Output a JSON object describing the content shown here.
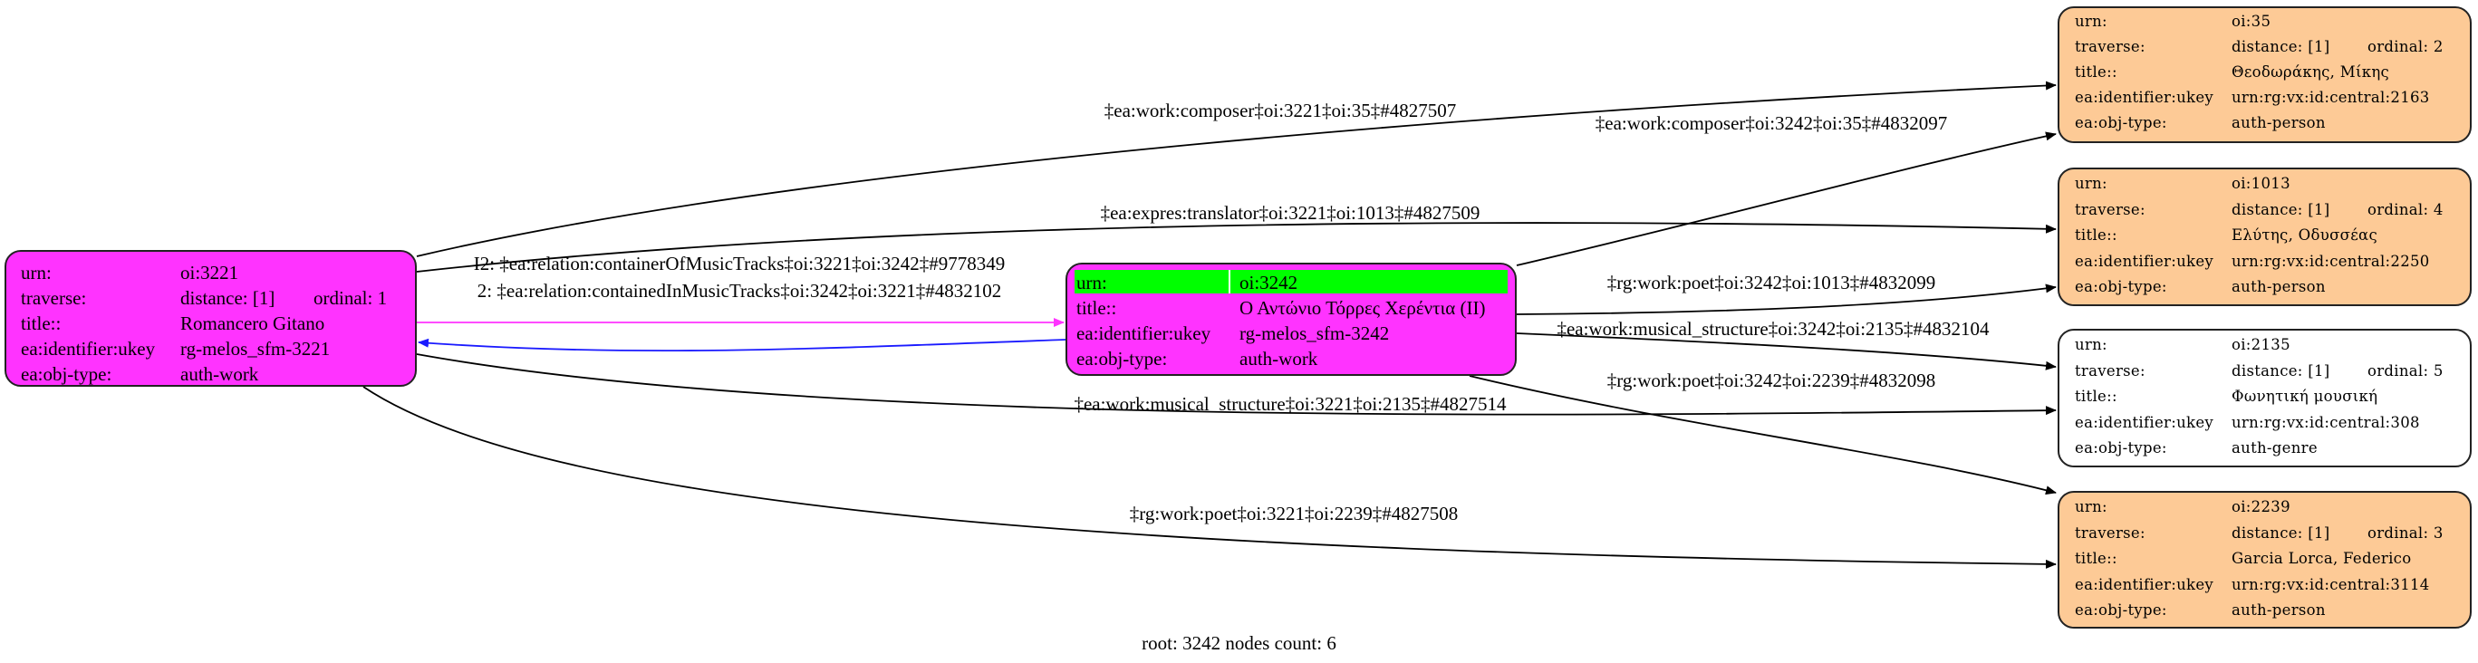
{
  "colors": {
    "work": "#ff33ff",
    "person": "#fdca96",
    "genre": "#ffffff",
    "root_highlight": "#00ff00",
    "edge_forward": "#ff33ff",
    "edge_back": "#1a1aff",
    "edge": "#000000"
  },
  "nodes": {
    "n3221": {
      "style": "work",
      "rows": [
        {
          "k": "urn:",
          "v": "oi:3221"
        },
        {
          "k": "traverse:",
          "v": "distance: [1]",
          "o": "ordinal: 1"
        },
        {
          "k": "title::",
          "v": "Romancero Gitano"
        },
        {
          "k": "ea:identifier:ukey",
          "v": "rg-melos_sfm-3221"
        },
        {
          "k": "ea:obj-type:",
          "v": "auth-work"
        }
      ]
    },
    "n3242": {
      "style": "work",
      "root": true,
      "rows": [
        {
          "k": "urn:",
          "v": "oi:3242"
        },
        {
          "k": "title::",
          "v": "Ο Αντώνιο Τόρρες Χερέντια (ΙΙ)"
        },
        {
          "k": "ea:identifier:ukey",
          "v": "rg-melos_sfm-3242"
        },
        {
          "k": "ea:obj-type:",
          "v": "auth-work"
        }
      ]
    },
    "n35": {
      "style": "person",
      "rows": [
        {
          "k": "urn:",
          "v": "oi:35"
        },
        {
          "k": "traverse:",
          "v": "distance: [1]",
          "o": "ordinal: 2"
        },
        {
          "k": "title::",
          "v": "Θεοδωράκης, Μίκης"
        },
        {
          "k": "ea:identifier:ukey",
          "v": "urn:rg:vx:id:central:2163"
        },
        {
          "k": "ea:obj-type:",
          "v": "auth-person"
        }
      ]
    },
    "n1013": {
      "style": "person",
      "rows": [
        {
          "k": "urn:",
          "v": "oi:1013"
        },
        {
          "k": "traverse:",
          "v": "distance: [1]",
          "o": "ordinal: 4"
        },
        {
          "k": "title::",
          "v": "Ελύτης, Οδυσσέας"
        },
        {
          "k": "ea:identifier:ukey",
          "v": "urn:rg:vx:id:central:2250"
        },
        {
          "k": "ea:obj-type:",
          "v": "auth-person"
        }
      ]
    },
    "n2135": {
      "style": "genre",
      "rows": [
        {
          "k": "urn:",
          "v": "oi:2135"
        },
        {
          "k": "traverse:",
          "v": "distance: [1]",
          "o": "ordinal: 5"
        },
        {
          "k": "title::",
          "v": "Φωνητική μουσική"
        },
        {
          "k": "ea:identifier:ukey",
          "v": "urn:rg:vx:id:central:308"
        },
        {
          "k": "ea:obj-type:",
          "v": "auth-genre"
        }
      ]
    },
    "n2239": {
      "style": "person",
      "rows": [
        {
          "k": "urn:",
          "v": "oi:2239"
        },
        {
          "k": "traverse:",
          "v": "distance: [1]",
          "o": "ordinal: 3"
        },
        {
          "k": "title::",
          "v": "Garcia Lorca, Federico"
        },
        {
          "k": "ea:identifier:ukey",
          "v": "urn:rg:vx:id:central:3114"
        },
        {
          "k": "ea:obj-type:",
          "v": "auth-person"
        }
      ]
    }
  },
  "edges": {
    "e1": "‡ea:work:composer‡oi:3221‡oi:35‡#4827507",
    "e2": "‡ea:work:composer‡oi:3242‡oi:35‡#4832097",
    "e3": "‡ea:expres:translator‡oi:3221‡oi:1013‡#4827509",
    "e4": "‡rg:work:poet‡oi:3242‡oi:1013‡#4832099",
    "e5": "‡ea:work:musical_structure‡oi:3242‡oi:2135‡#4832104",
    "e6": "‡rg:work:poet‡oi:3242‡oi:2239‡#4832098",
    "e7": "‡ea:work:musical_structure‡oi:3221‡oi:2135‡#4827514",
    "e8": "‡rg:work:poet‡oi:3221‡oi:2239‡#4827508",
    "e9": "I2: ‡ea:relation:containerOfMusicTracks‡oi:3221‡oi:3242‡#9778349",
    "e10": "2: ‡ea:relation:containedInMusicTracks‡oi:3242‡oi:3221‡#4832102"
  },
  "footer": "root: 3242 nodes count: 6"
}
